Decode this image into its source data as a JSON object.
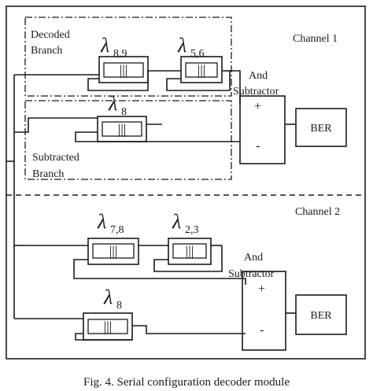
{
  "diagram": {
    "lambda_symbol": "λ",
    "channel1": {
      "label": "Channel 1",
      "decoded_branch_label": [
        "Decoded",
        "Branch"
      ],
      "subtracted_branch_label": [
        "Subtracted",
        "Branch"
      ],
      "decoded_filters": [
        {
          "subscript": "8,9",
          "grating": "|||"
        },
        {
          "subscript": "5,6",
          "grating": "|||"
        }
      ],
      "subtracted_filter": {
        "subscript": "8",
        "grating": "|||"
      },
      "subtractor_label": [
        "And",
        "Subtractor"
      ],
      "plus": "+",
      "minus": "-",
      "ber_label": "BER"
    },
    "channel2": {
      "label": "Channel 2",
      "decoded_filters": [
        {
          "subscript": "7,8",
          "grating": "|||"
        },
        {
          "subscript": "2,3",
          "grating": "|||"
        }
      ],
      "subtracted_filter": {
        "subscript": "8",
        "grating": "|||"
      },
      "subtractor_label": [
        "And",
        "Subtractor"
      ],
      "plus": "+",
      "minus": "-",
      "ber_label": "BER"
    },
    "caption": "Fig. 4. Serial configuration decoder module"
  }
}
